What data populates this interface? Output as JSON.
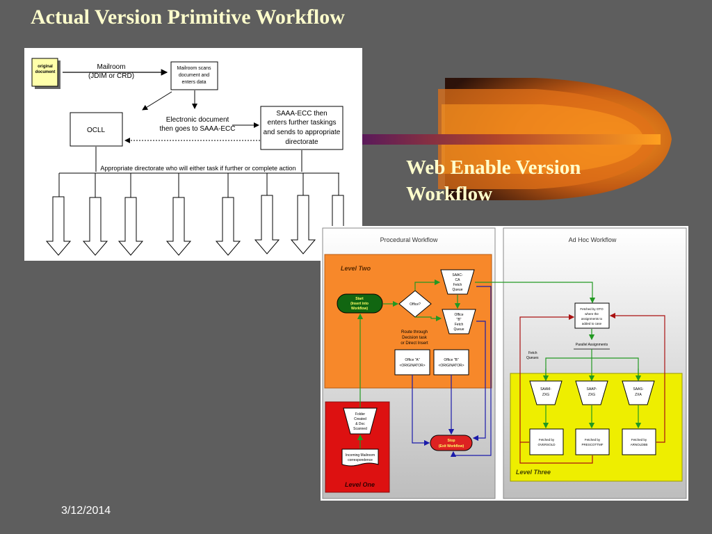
{
  "slide": {
    "title": "Actual Version Primitive Workflow",
    "subtitle_line1": "Web Enable Version",
    "subtitle_line2": "Workflow",
    "date": "3/12/2014"
  },
  "primitive": {
    "original_document_line1": "original",
    "original_document_line2": "document",
    "mailroom_line1": "Mailroom",
    "mailroom_line2": "(JDIM or CRD)",
    "scan_line1": "Mailroom scans",
    "scan_line2": "document and",
    "scan_line3": "enters data",
    "ocll": "OCLL",
    "electronic_line1": "Electronic document",
    "electronic_line2": "then goes to SAAA-ECC",
    "saaa_line1": "SAAA-ECC then",
    "saaa_line2": "enters further taskings",
    "saaa_line3": "and sends to appropriate",
    "saaa_line4": "directorate",
    "bus_label": "Appropriate directorate who will either task if further or complete action"
  },
  "web": {
    "procedural_header": "Procedural Workflow",
    "adhoc_header": "Ad Hoc Workflow",
    "level_two": "Level Two",
    "level_one": "Level One",
    "level_three": "Level Three",
    "start_line1": "Start",
    "start_line2": "(Insert into",
    "start_line3": "Workflow)",
    "office_decision": "Office?",
    "saac_line1": "SAAC-",
    "saac_line2": "CA",
    "saac_line3": "Fetch",
    "saac_line4": "Queue",
    "officeb_line1": "Office",
    "officeb_line2": "\"B\"",
    "officeb_line3": "Fetch",
    "officeb_line4": "Queue",
    "route_line1": "Route through",
    "route_line2": "Decision task",
    "route_line3": "or Direct Insert",
    "officea_line1": "Office \"A\"",
    "officea_line2": "<ORIGINATOR>",
    "officeb2_line1": "Office \"B\"",
    "officeb2_line2": "<ORIGINATOR>",
    "stop_line1": "Stop",
    "stop_line2": "(Exit Workflow)",
    "folder_line1": "Folder",
    "folder_line2": "Created",
    "folder_line3": "& Doc",
    "folder_line4": "Scanned",
    "incoming_line1": "Incoming Mailroom",
    "incoming_line2": "correspondence",
    "fetched_line1": "Fetched by OTO",
    "fetched_line2": "where the",
    "fetched_line3": "assignments to",
    "fetched_line4": "added to case",
    "parallel": "Parallel Assignments",
    "fetch_queues_line1": "Fetch",
    "fetch_queues_line2": "Queues",
    "q1_line1": "SAAM-",
    "q1_line2": "ZXG",
    "q2_line1": "SAAP-",
    "q2_line2": "ZXG",
    "q3_line1": "SAAS-",
    "q3_line2": "ZXA",
    "f1_line1": "Fetched by",
    "f1_line2": "OVERSOLD",
    "f2_line1": "Fetched by",
    "f2_line2": "PRESCOTTMF",
    "f3_line1": "Fetched by",
    "f3_line2": "ARNOLDBB"
  },
  "colors": {
    "background": "#5e5e5e",
    "title_text": "#ffffcc",
    "level_two": "#f7882a",
    "level_one": "#dd1111",
    "level_three": "#eeee00",
    "start_green": "#116611",
    "stop_red": "#dd2222",
    "green_arrow": "#229922",
    "red_arrow": "#aa1111",
    "blue_arrow": "#1a1aaa"
  }
}
